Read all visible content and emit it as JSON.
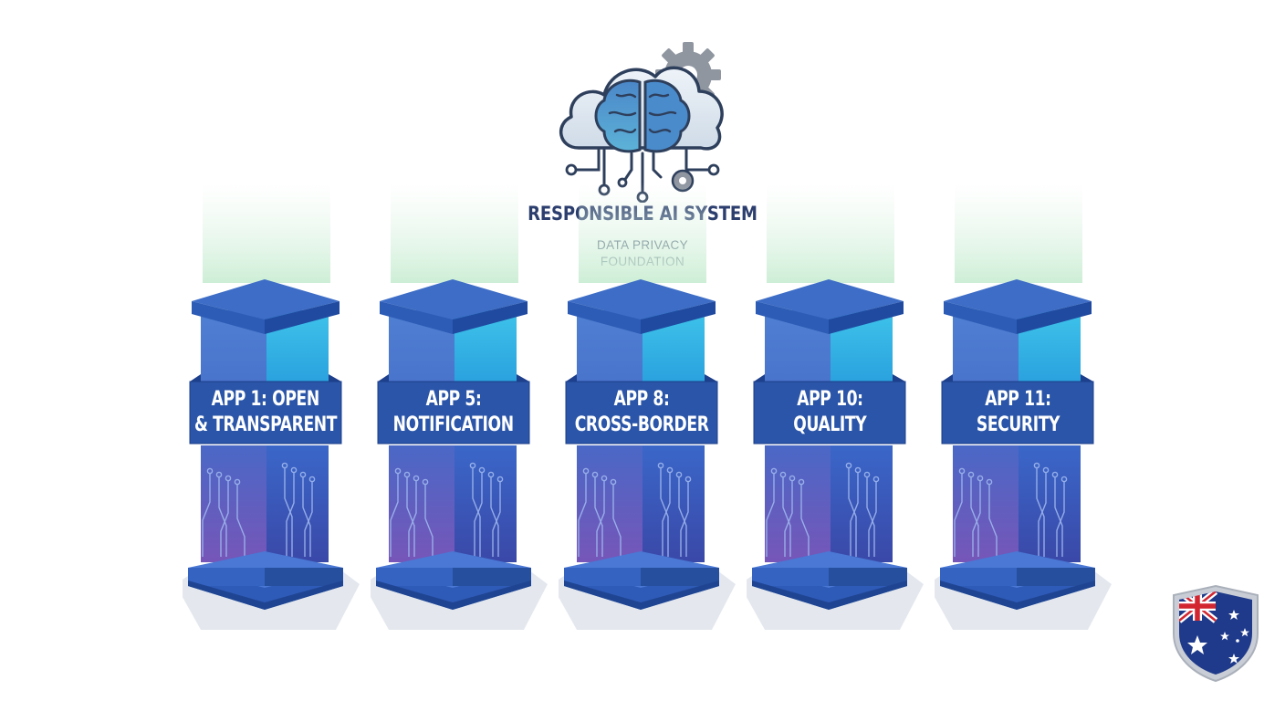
{
  "header": {
    "title": "RESPONSIBLE AI SYSTEM",
    "subtitle_line1": "DATA PRIVACY",
    "subtitle_line2": "FOUNDATION",
    "icon": "brain-cloud-gear-icon"
  },
  "pillars": [
    {
      "line1": "APP 1: OPEN",
      "line2": "& TRANSPARENT"
    },
    {
      "line1": "APP 5:",
      "line2": "NOTIFICATION"
    },
    {
      "line1": "APP 8:",
      "line2": "CROSS-BORDER"
    },
    {
      "line1": "APP 10:",
      "line2": "QUALITY"
    },
    {
      "line1": "APP 11:",
      "line2": "SECURITY"
    }
  ],
  "badge": {
    "icon": "australian-flag-shield-icon"
  },
  "colors": {
    "pillar_cap": "#3f6cc4",
    "banner": "#2a55a8",
    "glow": "#dff3e3",
    "title": "#2c3e6e"
  }
}
